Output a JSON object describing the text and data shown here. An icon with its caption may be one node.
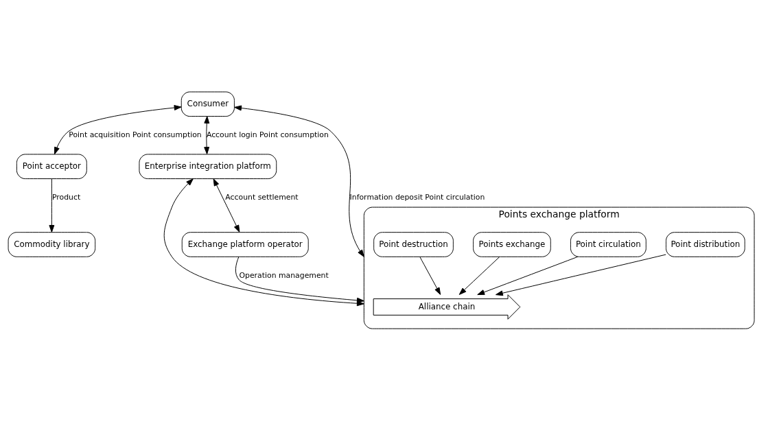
{
  "diagram": {
    "nodes": [
      {
        "text": [
          "Point acceptor"
        ]
      },
      {
        "text": [
          "Commodity library"
        ]
      },
      {
        "text": [
          "Consumer"
        ]
      },
      {
        "text": [
          "Enterprise integration platform"
        ]
      },
      {
        "text": [
          "Points exchange platform"
        ]
      },
      {
        "text": [
          "Point distribution"
        ],
        "in": 4
      },
      {
        "text": [
          "Point circulation"
        ],
        "in": 4
      },
      {
        "text": [
          "Points exchange"
        ],
        "in": 4
      },
      {
        "text": [
          "Point destruction"
        ],
        "in": 4
      },
      {
        "text": [
          "Alliance chain"
        ],
        "in": 4
      },
      {
        "text": [
          "Exchange platform operator"
        ]
      }
    ],
    "edges": [
      {
        "from": 2,
        "to": 0,
        "arrow": "both",
        "label": "Point acquisition Point consumption"
      },
      {
        "from": 0,
        "to": 1,
        "arrow": "to",
        "label": "Product"
      },
      {
        "from": 2,
        "to": 3,
        "arrow": "both",
        "label": "Account login Point consumption"
      },
      {
        "from": 2,
        "to": 4,
        "arrow": "both",
        "label": "Information deposit Point circulation"
      },
      {
        "from": 3,
        "to": 4,
        "arrow": "both"
      },
      {
        "from": 5,
        "to": 9,
        "arrow": "to"
      },
      {
        "from": 6,
        "to": 9,
        "arrow": "to"
      },
      {
        "from": 7,
        "to": 9,
        "arrow": "to"
      },
      {
        "from": 8,
        "to": 9,
        "arrow": "to"
      },
      {
        "from": 10,
        "to": 4,
        "arrow": "to",
        "label": "Operation management"
      },
      {
        "from": 3,
        "to": 10,
        "arrow": "both",
        "label": "Account settlement"
      }
    ]
  }
}
